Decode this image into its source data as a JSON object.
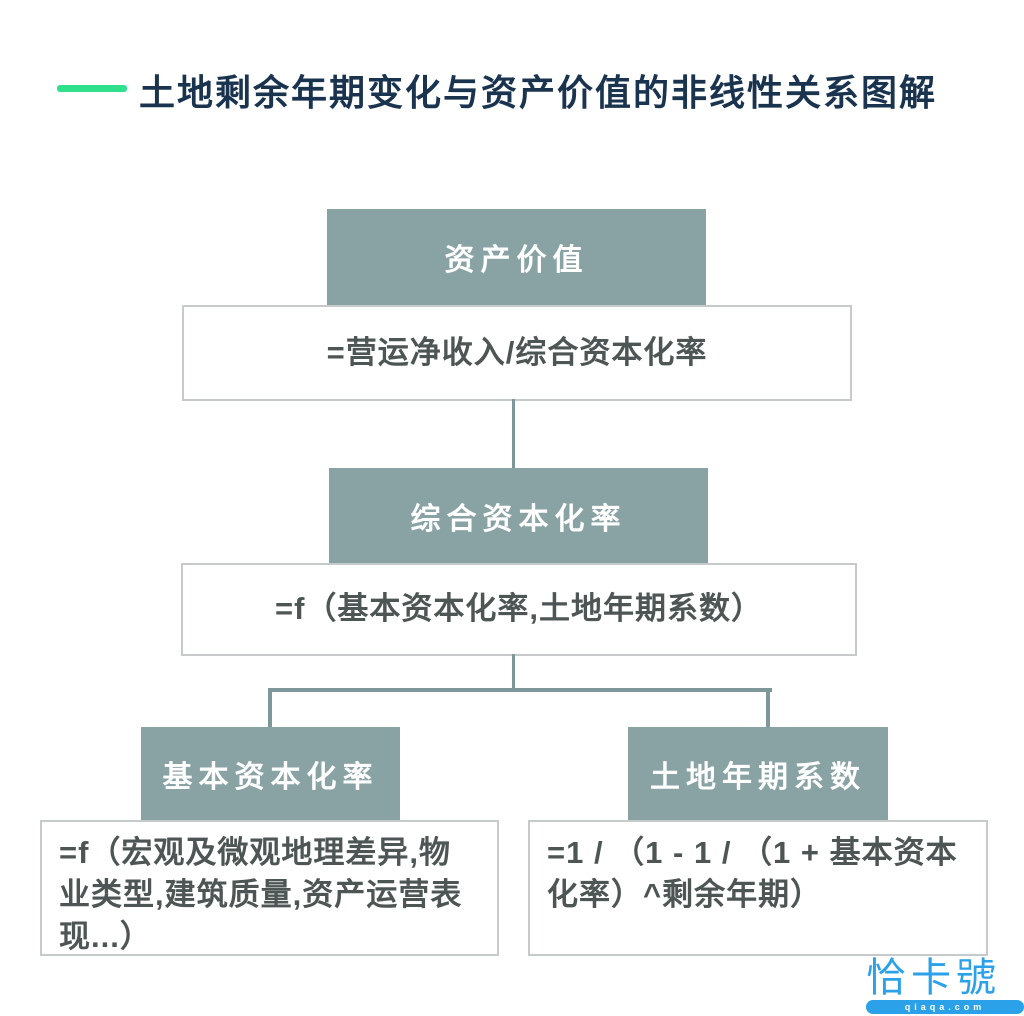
{
  "title": {
    "text": "土地剩余年期变化与资产价值的非线性关系图解"
  },
  "colors": {
    "accent_green": "#2fe08d",
    "title_navy": "#1a334e",
    "node_teal": "#89a2a4",
    "connector": "#7e989a",
    "formula_text": "#4d5654",
    "box_border": "#c6caca",
    "watermark_blue": "#2ba1e9"
  },
  "flowchart": {
    "nodes": [
      {
        "id": "asset-value",
        "header": "资产价值",
        "formula": "=营运净收入/综合资本化率"
      },
      {
        "id": "overall-cap-rate",
        "header": "综合资本化率",
        "formula": "=f（基本资本化率,土地年期系数）"
      },
      {
        "id": "base-cap-rate",
        "header": "基本资本化率",
        "formula": "=f（宏观及微观地理差异,物业类型,建筑质量,资产运营表现...）"
      },
      {
        "id": "land-term-coefficient",
        "header": "土地年期系数",
        "formula": "=1 / （1 - 1 / （1 + 基本资本化率）^剩余年期）"
      }
    ]
  },
  "watermark": {
    "logo_text": "恰卡號",
    "domain": "qiaqa.com"
  }
}
